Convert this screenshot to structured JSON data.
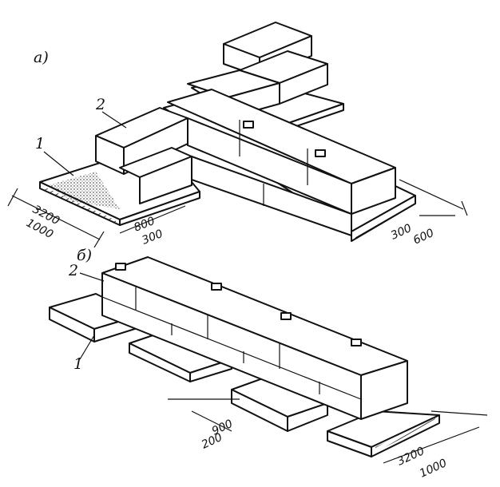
{
  "labels": {
    "fig_a": "а)",
    "fig_b": "б)",
    "a_pad": "1",
    "a_block": "2",
    "b_block": "2",
    "b_pad": "1"
  },
  "dimensions": {
    "a_left_outer": "3200",
    "a_left_inner": "1000",
    "a_mid_outer": "800",
    "a_mid_inner": "300",
    "a_right_outer": "300",
    "a_right_inner": "600",
    "b_gap_outer": "900",
    "b_gap_inner": "200",
    "b_pad_outer": "3200",
    "b_pad_inner": "1000"
  }
}
